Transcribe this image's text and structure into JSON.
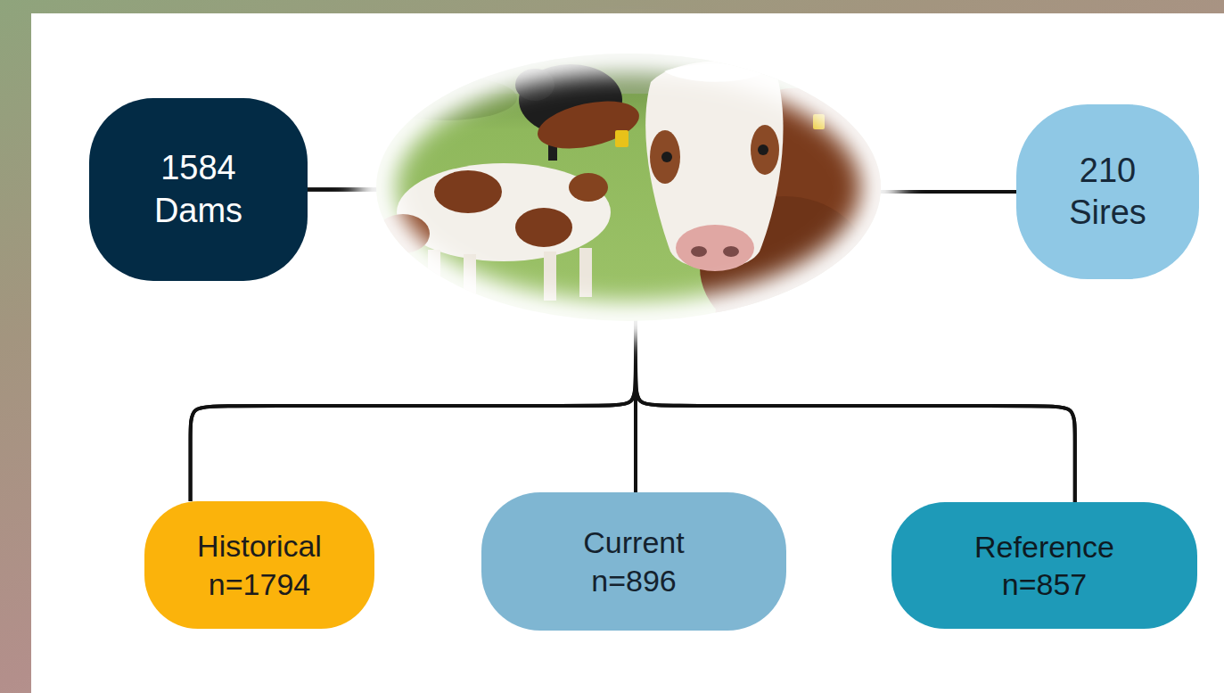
{
  "diagram": {
    "nodes": [
      {
        "text": [
          "1584 Dams"
        ]
      },
      {
        "text": [
          "210 Sires"
        ]
      },
      {
        "text": [
          "Historical n=1794"
        ]
      },
      {
        "text": [
          "Current n=896"
        ]
      },
      {
        "text": [
          "Reference n=857"
        ]
      }
    ],
    "edges": [
      {
        "from": 0,
        "to": 2,
        "arrow": "none"
      },
      {
        "from": 0,
        "to": 3,
        "arrow": "none"
      },
      {
        "from": 0,
        "to": 4,
        "arrow": "none"
      },
      {
        "from": 1,
        "to": 2,
        "arrow": "none"
      },
      {
        "from": 1,
        "to": 3,
        "arrow": "none"
      },
      {
        "from": 1,
        "to": 4,
        "arrow": "none"
      }
    ]
  }
}
